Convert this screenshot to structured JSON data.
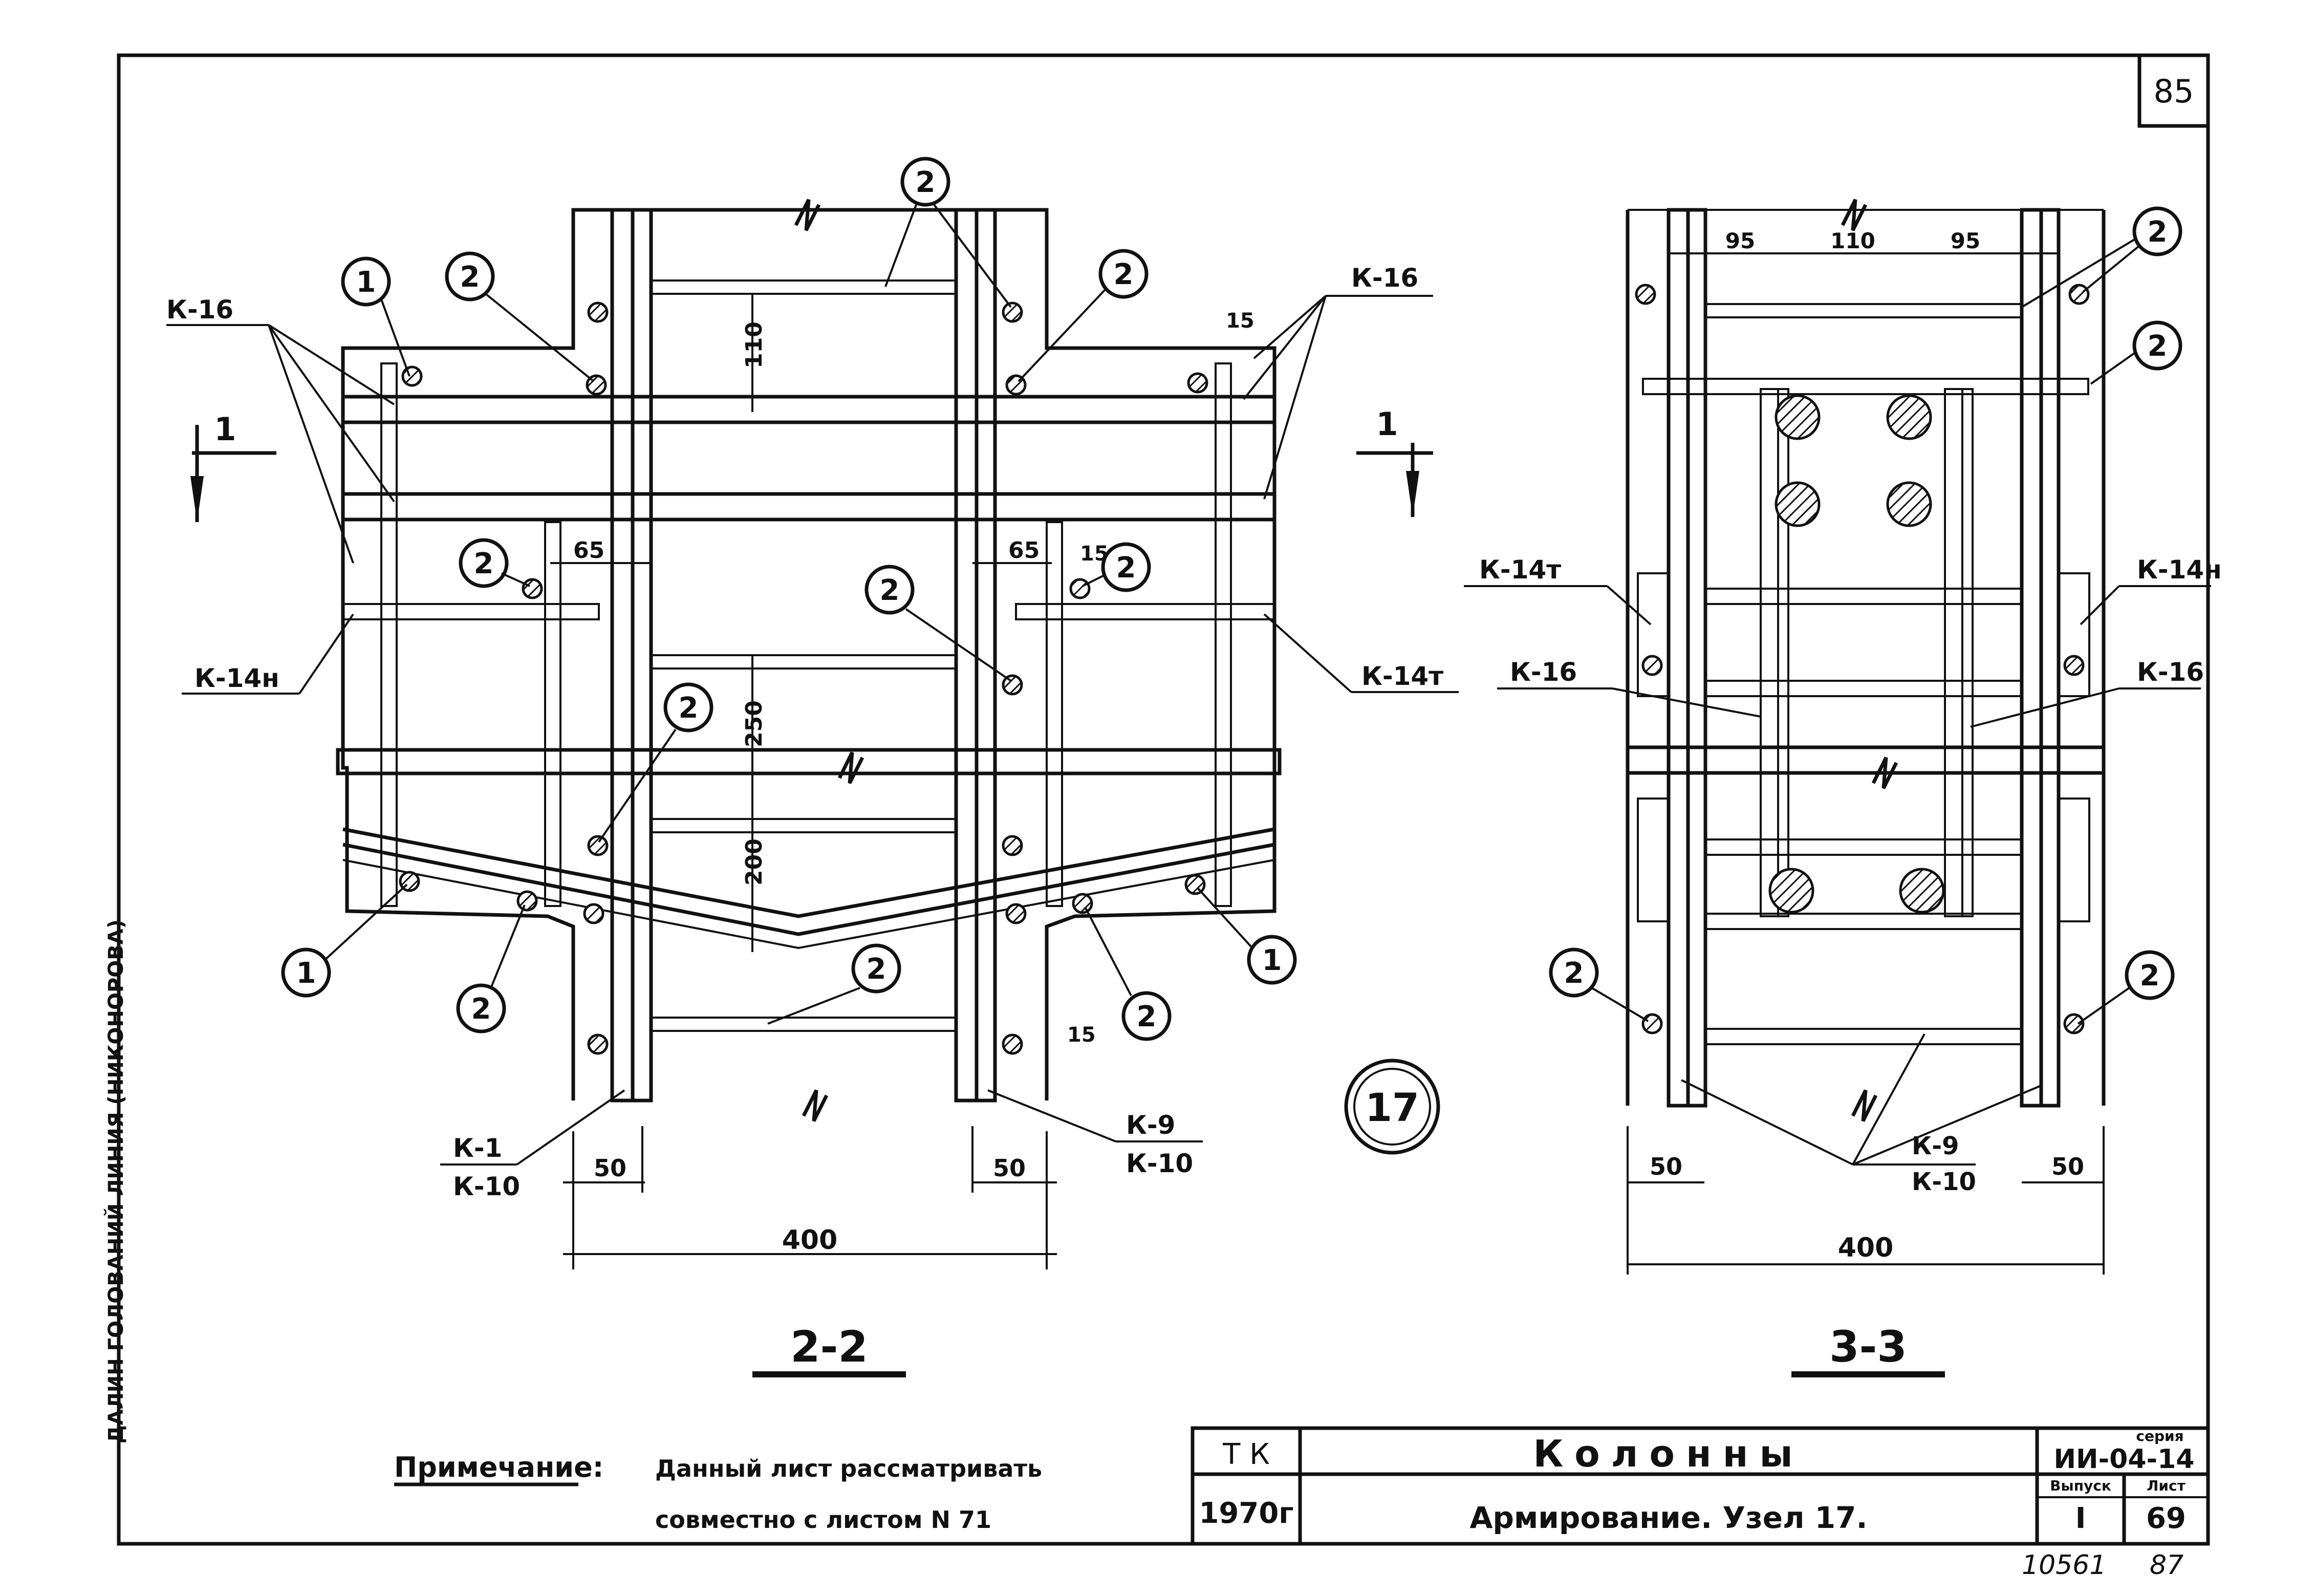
{
  "sheet": {
    "page_number": "85",
    "bottom_handwritten_number_left": "10561",
    "bottom_handwritten_number_right": "87"
  },
  "margin_text": {
    "vertical_label": "ДАЛИН  ГОЛОВАНИЙ  ЛИНИЯ  (НИКОНОРОВА)"
  },
  "view_2_2": {
    "title": "2-2",
    "marks_1": "1",
    "marks_2": "2",
    "labels": {
      "k16_left": "К-16",
      "k16_right": "К-16",
      "k14n": "К-14н",
      "k14t": "К-14т",
      "k1": "К-1",
      "k10_left": "К-10",
      "k9": "К-9",
      "k10_right": "К-10"
    },
    "dimensions": {
      "d110": "110",
      "d250": "250",
      "d200": "200",
      "d65_left": "65",
      "d65_right": "65",
      "d15_top": "15",
      "d15_mid": "15",
      "d15_bottom": "15",
      "d50_left": "50",
      "d50_right": "50",
      "d400": "400"
    },
    "section_marker": "1",
    "node_number": "17"
  },
  "view_3_3": {
    "title": "3-3",
    "marks_2": "2",
    "labels": {
      "k14t": "К-14т",
      "k14n": "К-14н",
      "k16_left": "К-16",
      "k16_right": "К-16",
      "k9": "К-9",
      "k10": "К-10"
    },
    "dimensions": {
      "d95_left": "95",
      "d110": "110",
      "d95_right": "95",
      "d50_left": "50",
      "d50_right": "50",
      "d400": "400"
    },
    "section_marker": "1"
  },
  "note": {
    "heading": "Примечание:",
    "line1": "Данный лист рассматривать",
    "line2": "совместно с листом N 71"
  },
  "title_block": {
    "tk": "Т К",
    "year": "1970г",
    "name": "Колонны",
    "subtitle": "Армирование.  Узел 17.",
    "series_label": "серия",
    "series": "ИИ-04-14",
    "issue_label": "Выпуск",
    "issue": "I",
    "sheet_label": "Лист",
    "sheet": "69"
  }
}
